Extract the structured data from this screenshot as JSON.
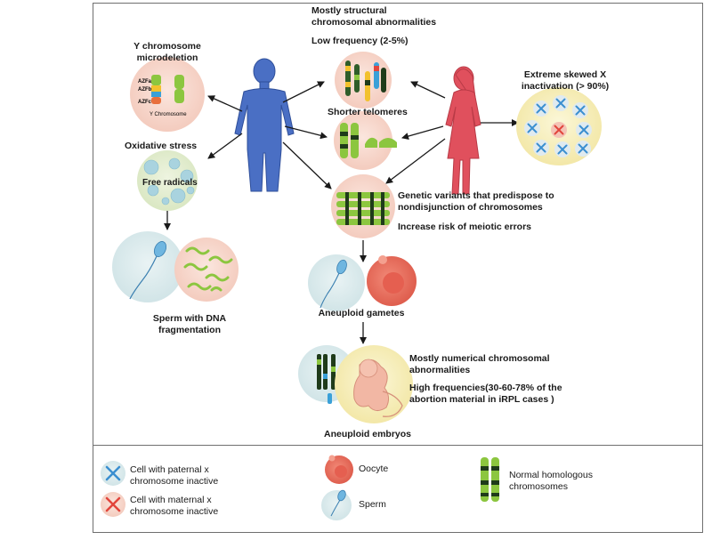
{
  "labels": {
    "structural": "Mostly structural\nchromosomal abnormalities",
    "low_freq": "Low frequency (2-5%)",
    "telomeres": "Shorter telomeres",
    "y_micro": "Y chromosome\nmicrodeletion",
    "x_skew": "Extreme skewed X\ninactivation (> 90%)",
    "oxidative": "Oxidative stress",
    "free_radicals": "Free radicals",
    "sperm_dna": "Sperm with DNA\nfragmentation",
    "genetic": "Genetic variants that predispose to\nnondisjunction of chromosomes",
    "meiotic": "Increase risk of meiotic errors",
    "gametes": "Aneuploid gametes",
    "numerical": "Mostly numerical chromosomal\nabnormalities",
    "high_freq": "High frequencies(30-60-78% of the\nabortion material in iRPL cases )",
    "embryos": "Aneuploid embryos"
  },
  "chromosome_labels": {
    "azfa": "AZFa",
    "azfb": "AZFb",
    "azfc": "AZFc",
    "y_chrom": "Y Chromosome"
  },
  "legend": {
    "paternal": "Cell with paternal x\nchromosome inactive",
    "maternal": "Cell with maternal x\nchromosome inactive",
    "oocyte": "Oocyte",
    "sperm": "Sperm",
    "homologous": "Normal homologous\nchromosomes"
  },
  "colors": {
    "male": "#4a6fc4",
    "female": "#e0505d",
    "cell_pink": "#f7d6cc",
    "cell_yellow": "#f6efb8",
    "chrom_green": "#8cc63f",
    "chrom_dark": "#1f3b1a",
    "x_blue": "#3b8fd0",
    "x_red": "#e2453c"
  }
}
